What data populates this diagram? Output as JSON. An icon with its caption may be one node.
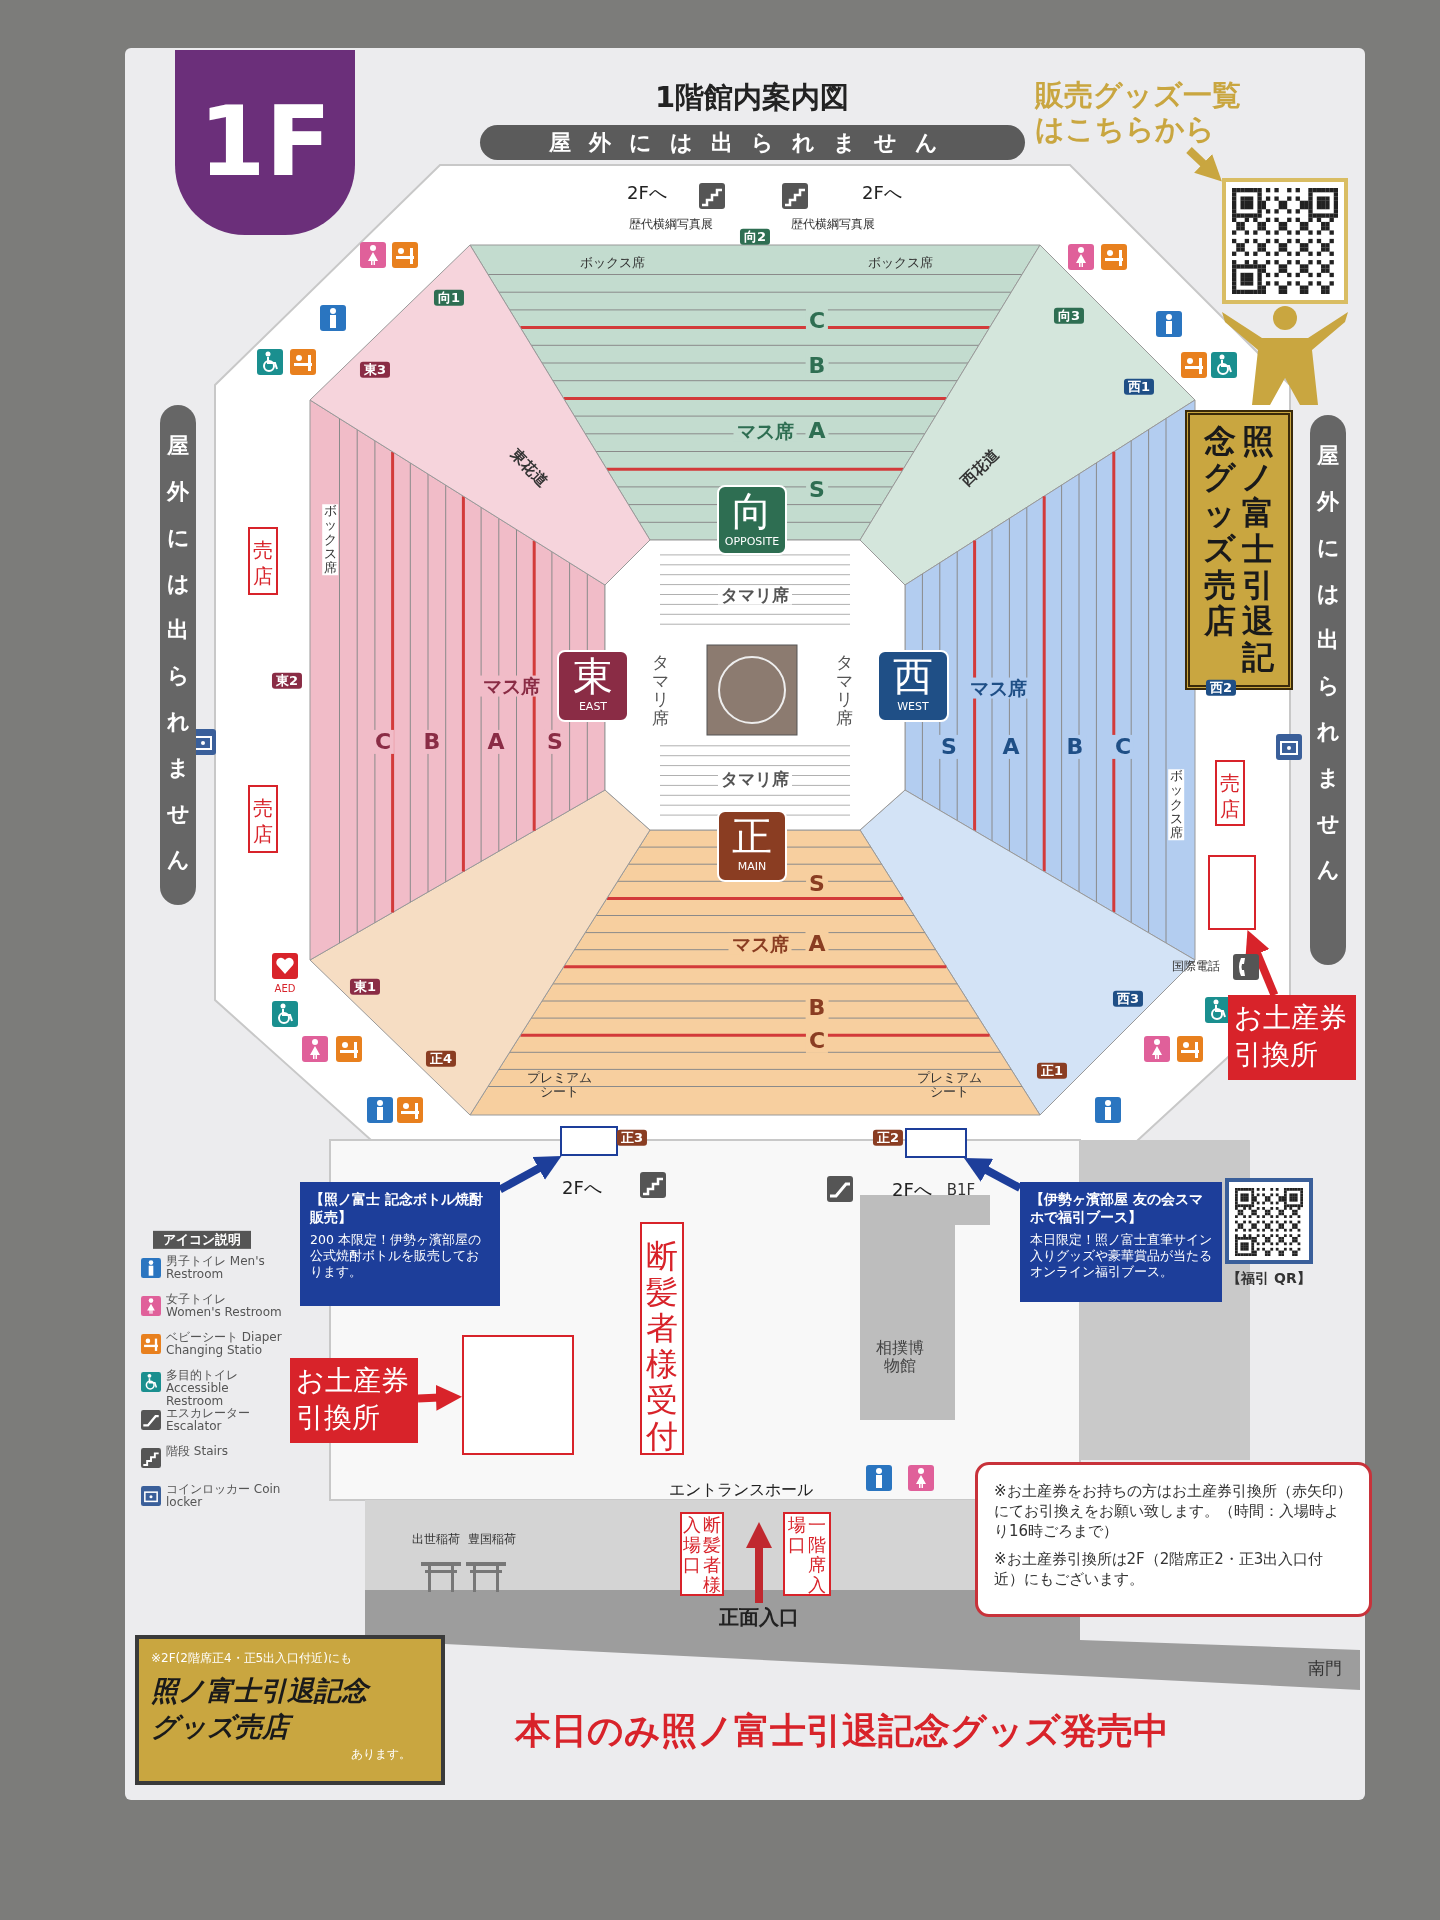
{
  "diagram": {
    "title": "1階館内案内図",
    "nodes": [
      {
        "text": [
          "1F"
        ]
      },
      {
        "text": [
          "屋外には出られません"
        ]
      },
      {
        "text": [
          "販売グッズ一覧はこちらから"
        ]
      },
      {
        "text": [],
        "shape": "picture"
      },
      {
        "text": [
          "照ノ富士引退記念グッズ売店"
        ]
      },
      {
        "text": [
          "屋外には出られません"
        ]
      },
      {
        "text": [
          "屋外には出られません"
        ]
      },
      {
        "text": [
          "向",
          "OPPOSITE"
        ]
      },
      {
        "text": [
          "東",
          "EAST"
        ]
      },
      {
        "text": [
          "西",
          "WEST"
        ]
      },
      {
        "text": [
          "正",
          "MAIN"
        ]
      },
      {
        "text": [
          "売店"
        ]
      },
      {
        "text": [
          "売店"
        ]
      },
      {
        "text": [
          "売店"
        ]
      },
      {
        "text": [],
        "shape": "box"
      },
      {
        "text": [
          "お土産券引換所"
        ]
      },
      {
        "text": [
          "【照ノ富士 記念ボトル焼酎販売】",
          "200 本限定！伊勢ヶ濱部屋の公式焼酎ボトルを販売しております。"
        ]
      },
      {
        "text": [],
        "shape": "box"
      },
      {
        "text": [
          "【伊勢ヶ濱部屋 友の会スマホで福引ブース】",
          "本日限定！照ノ富士直筆サイン入りグッズや豪華賞品が当たるオンライン福引ブース。"
        ]
      },
      {
        "text": [],
        "shape": "box"
      },
      {
        "text": [],
        "shape": "picture",
        "beside": [
          "【福引 QR】"
        ]
      },
      {
        "text": [
          "お土産券引換所"
        ]
      },
      {
        "text": [],
        "shape": "box"
      },
      {
        "text": [
          "断髪者様受付"
        ]
      },
      {
        "text": [
          "断髪者様入場口"
        ]
      },
      {
        "text": [
          "一階席入場口"
        ]
      },
      {
        "text": [
          "※お土産券をお持ちの方はお土産券引換所（赤矢印）にてお引換えをお願い致します。（時間：入場時より16時ごろまで）",
          "※お土産券引換所は2F（2階席正2・正3出入口付近）にもございます。"
        ]
      },
      {
        "text": [
          "※2F(2階席正4・正5出入口付近)にも",
          "照ノ富士引退記念グッズ売店",
          "あります。"
        ]
      },
      {
        "text": [
          "正面入口"
        ]
      }
    ],
    "edges": [
      {
        "from": 2,
        "to": 3,
        "arrow": "to",
        "color": "#c9a640"
      },
      {
        "from": 15,
        "to": 14,
        "arrow": "to",
        "color": "#d8232a"
      },
      {
        "from": 16,
        "to": 17,
        "arrow": "to",
        "color": "#1d3e9a"
      },
      {
        "from": 18,
        "to": 19,
        "arrow": "to",
        "color": "#1d3e9a"
      },
      {
        "from": 21,
        "to": 22,
        "arrow": "to",
        "color": "#d8232a"
      },
      {
        "from": 28,
        "to": null,
        "arrow": "to",
        "color": "#c0282f"
      }
    ],
    "labels": [
      "2Fへ",
      "2Fへ",
      "歴代横綱写真展",
      "歴代横綱写真展",
      "向2",
      "ボックス席",
      "ボックス席",
      "向1",
      "C",
      "向3",
      "B",
      "マス席",
      "A",
      "S",
      "東3",
      "西1",
      "東花道",
      "西花道",
      "ボックス席",
      "東2",
      "マス席",
      "C",
      "B",
      "A",
      "S",
      "タマリ席",
      "タマリ席",
      "タマリ席",
      "タマリ席",
      "マス席",
      "S",
      "A",
      "B",
      "C",
      "西2",
      "ボックス席",
      "AED",
      "東1",
      "国際電話",
      "西3",
      "S",
      "マス席",
      "A",
      "B",
      "C",
      "正4",
      "正1",
      "プレミアムシート",
      "プレミアムシート",
      "正3",
      "正2",
      "2Fへ",
      "2Fへ",
      "B1F",
      "アイコン説明",
      "相撲博物館",
      "エントランスホール",
      "出世稲荷",
      "豊国稲荷",
      "南門",
      "本日のみ照ノ富士引退記念グッズ発売中"
    ],
    "legend": [
      {
        "text": "男子トイレ Men's Restroom"
      },
      {
        "text": "女子トイレ Women's Restroom"
      },
      {
        "text": "ベビーシート Diaper Changing Statio"
      },
      {
        "text": "多目的トイレ Accessible Restroom"
      },
      {
        "text": "エスカレーター Escalator"
      },
      {
        "text": "階段 Stairs"
      },
      {
        "text": "コインロッカー Coin locker"
      }
    ]
  }
}
